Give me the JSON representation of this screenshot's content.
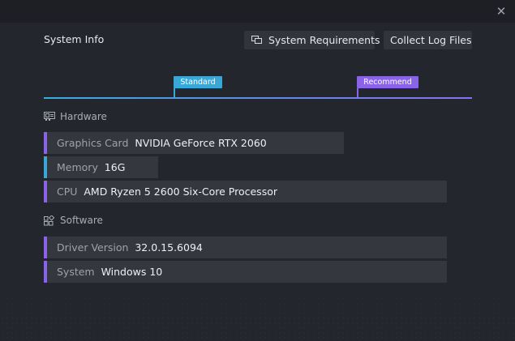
{
  "dialog": {
    "title": "System Info",
    "close_glyph": "✕",
    "buttons": {
      "requirements_label": "System Requirements",
      "log_label": "Collect Log Files"
    }
  },
  "scale": {
    "standard_label": "Standard",
    "recommend_label": "Recommend",
    "colors": {
      "standard": "#3aa8d6",
      "recommend": "#8a63e8"
    }
  },
  "hardware": {
    "heading": "Hardware",
    "graphics": {
      "label": "Graphics Card",
      "value": "NVIDIA GeForce RTX 2060"
    },
    "memory": {
      "label": "Memory",
      "value": "16G"
    },
    "cpu": {
      "label": "CPU",
      "value": "AMD Ryzen 5 2600 Six-Core Processor"
    }
  },
  "software": {
    "heading": "Software",
    "driver": {
      "label": "Driver Version",
      "value": "32.0.15.6094"
    },
    "system": {
      "label": "System",
      "value": "Windows 10"
    }
  },
  "icons": [
    "close-icon",
    "monitor-chat-icon",
    "gpu-card-icon",
    "windows-grid-icon"
  ]
}
